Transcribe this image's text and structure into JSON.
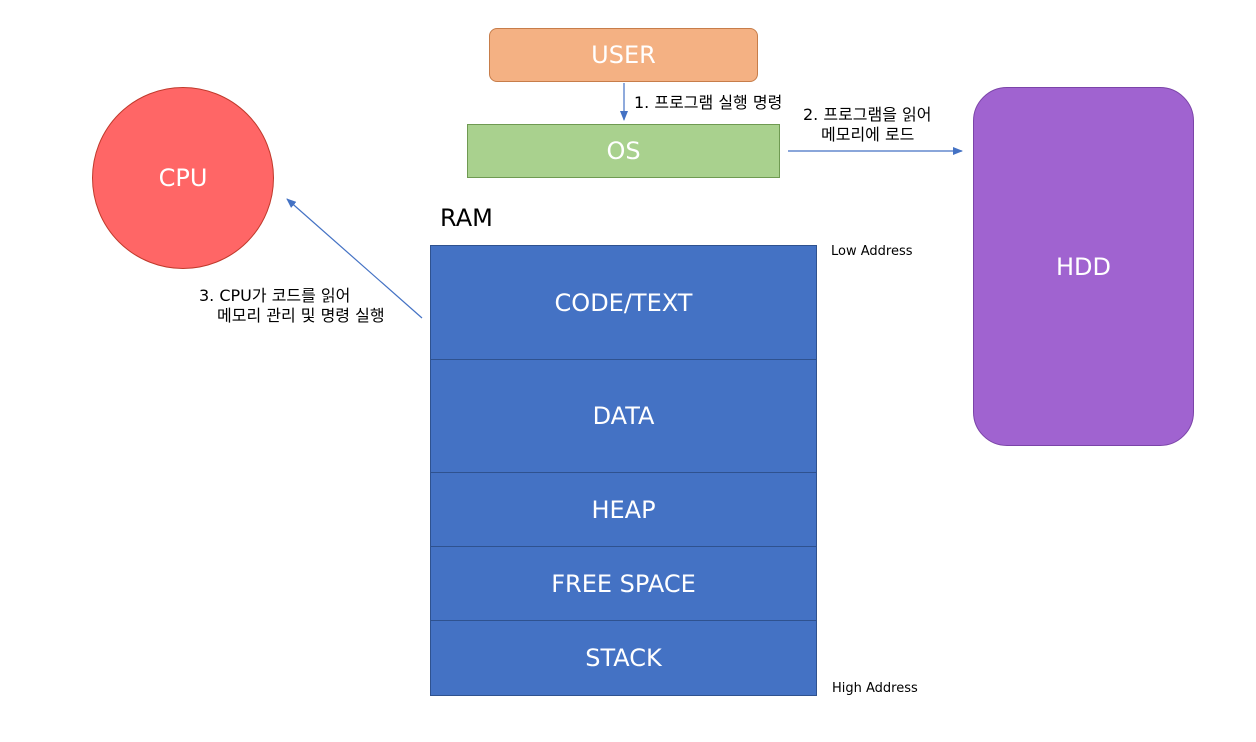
{
  "nodes": {
    "user": "USER",
    "os": "OS",
    "cpu": "CPU",
    "hdd": "HDD",
    "ram_label": "RAM"
  },
  "ram_segments": [
    "CODE/TEXT",
    "DATA",
    "HEAP",
    "FREE SPACE",
    "STACK"
  ],
  "addresses": {
    "low": "Low Address",
    "high": "High Address"
  },
  "steps": {
    "step1": "1. 프로그램 실행 명령",
    "step2_line1": "2. 프로그램을 읽어",
    "step2_line2": "메모리에 로드",
    "step3_line1": "3. CPU가 코드를 읽어",
    "step3_line2": "메모리 관리 및 명령 실행"
  },
  "colors": {
    "user": "#f4b183",
    "os": "#a9d18e",
    "cpu": "#ff6666",
    "hdd": "#a063d0",
    "ram": "#4472c4",
    "arrow": "#4472c4"
  }
}
